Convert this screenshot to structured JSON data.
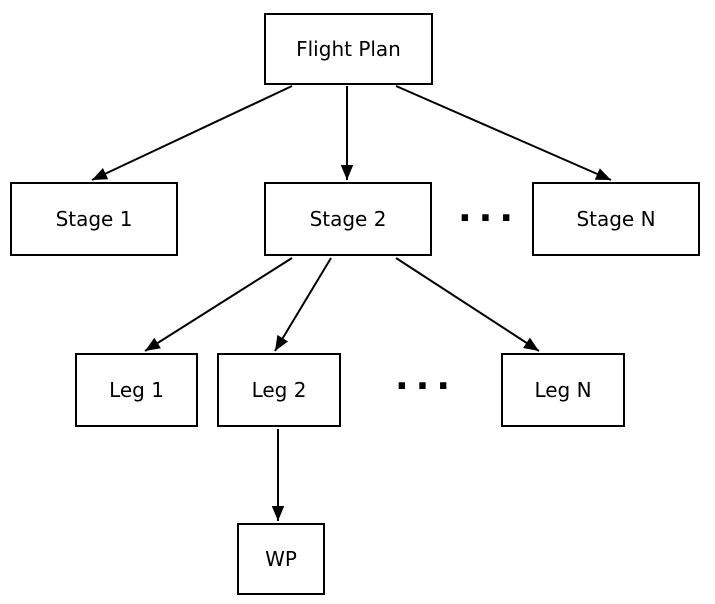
{
  "diagram": {
    "colors": {
      "foreground": "#000000",
      "background": "#ffffff"
    },
    "nodes": {
      "flight_plan": {
        "label": "Flight Plan"
      },
      "stage_1": {
        "label": "Stage 1"
      },
      "stage_2": {
        "label": "Stage 2"
      },
      "stage_n": {
        "label": "Stage N"
      },
      "leg_1": {
        "label": "Leg 1"
      },
      "leg_2": {
        "label": "Leg 2"
      },
      "leg_n": {
        "label": "Leg N"
      },
      "wp": {
        "label": "WP"
      }
    },
    "ellipsis": {
      "stages": "...",
      "legs": "..."
    },
    "edges": [
      {
        "from": "flight_plan",
        "to": "stage_1"
      },
      {
        "from": "flight_plan",
        "to": "stage_2"
      },
      {
        "from": "flight_plan",
        "to": "stage_n"
      },
      {
        "from": "stage_2",
        "to": "leg_1"
      },
      {
        "from": "stage_2",
        "to": "leg_2"
      },
      {
        "from": "stage_2",
        "to": "leg_n"
      },
      {
        "from": "leg_2",
        "to": "wp"
      }
    ]
  }
}
